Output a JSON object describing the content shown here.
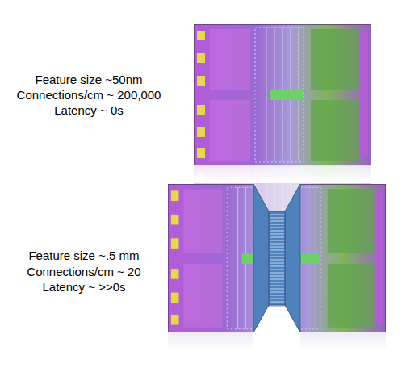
{
  "diagram": {
    "labels": [
      "Feature size ~50nm",
      "Connections/cm ~ 200,000",
      "Latency ~ 0s",
      "Feature size ~.5 mm",
      "Connections/cm ~ 20",
      "Latency ~ >>0s"
    ]
  }
}
